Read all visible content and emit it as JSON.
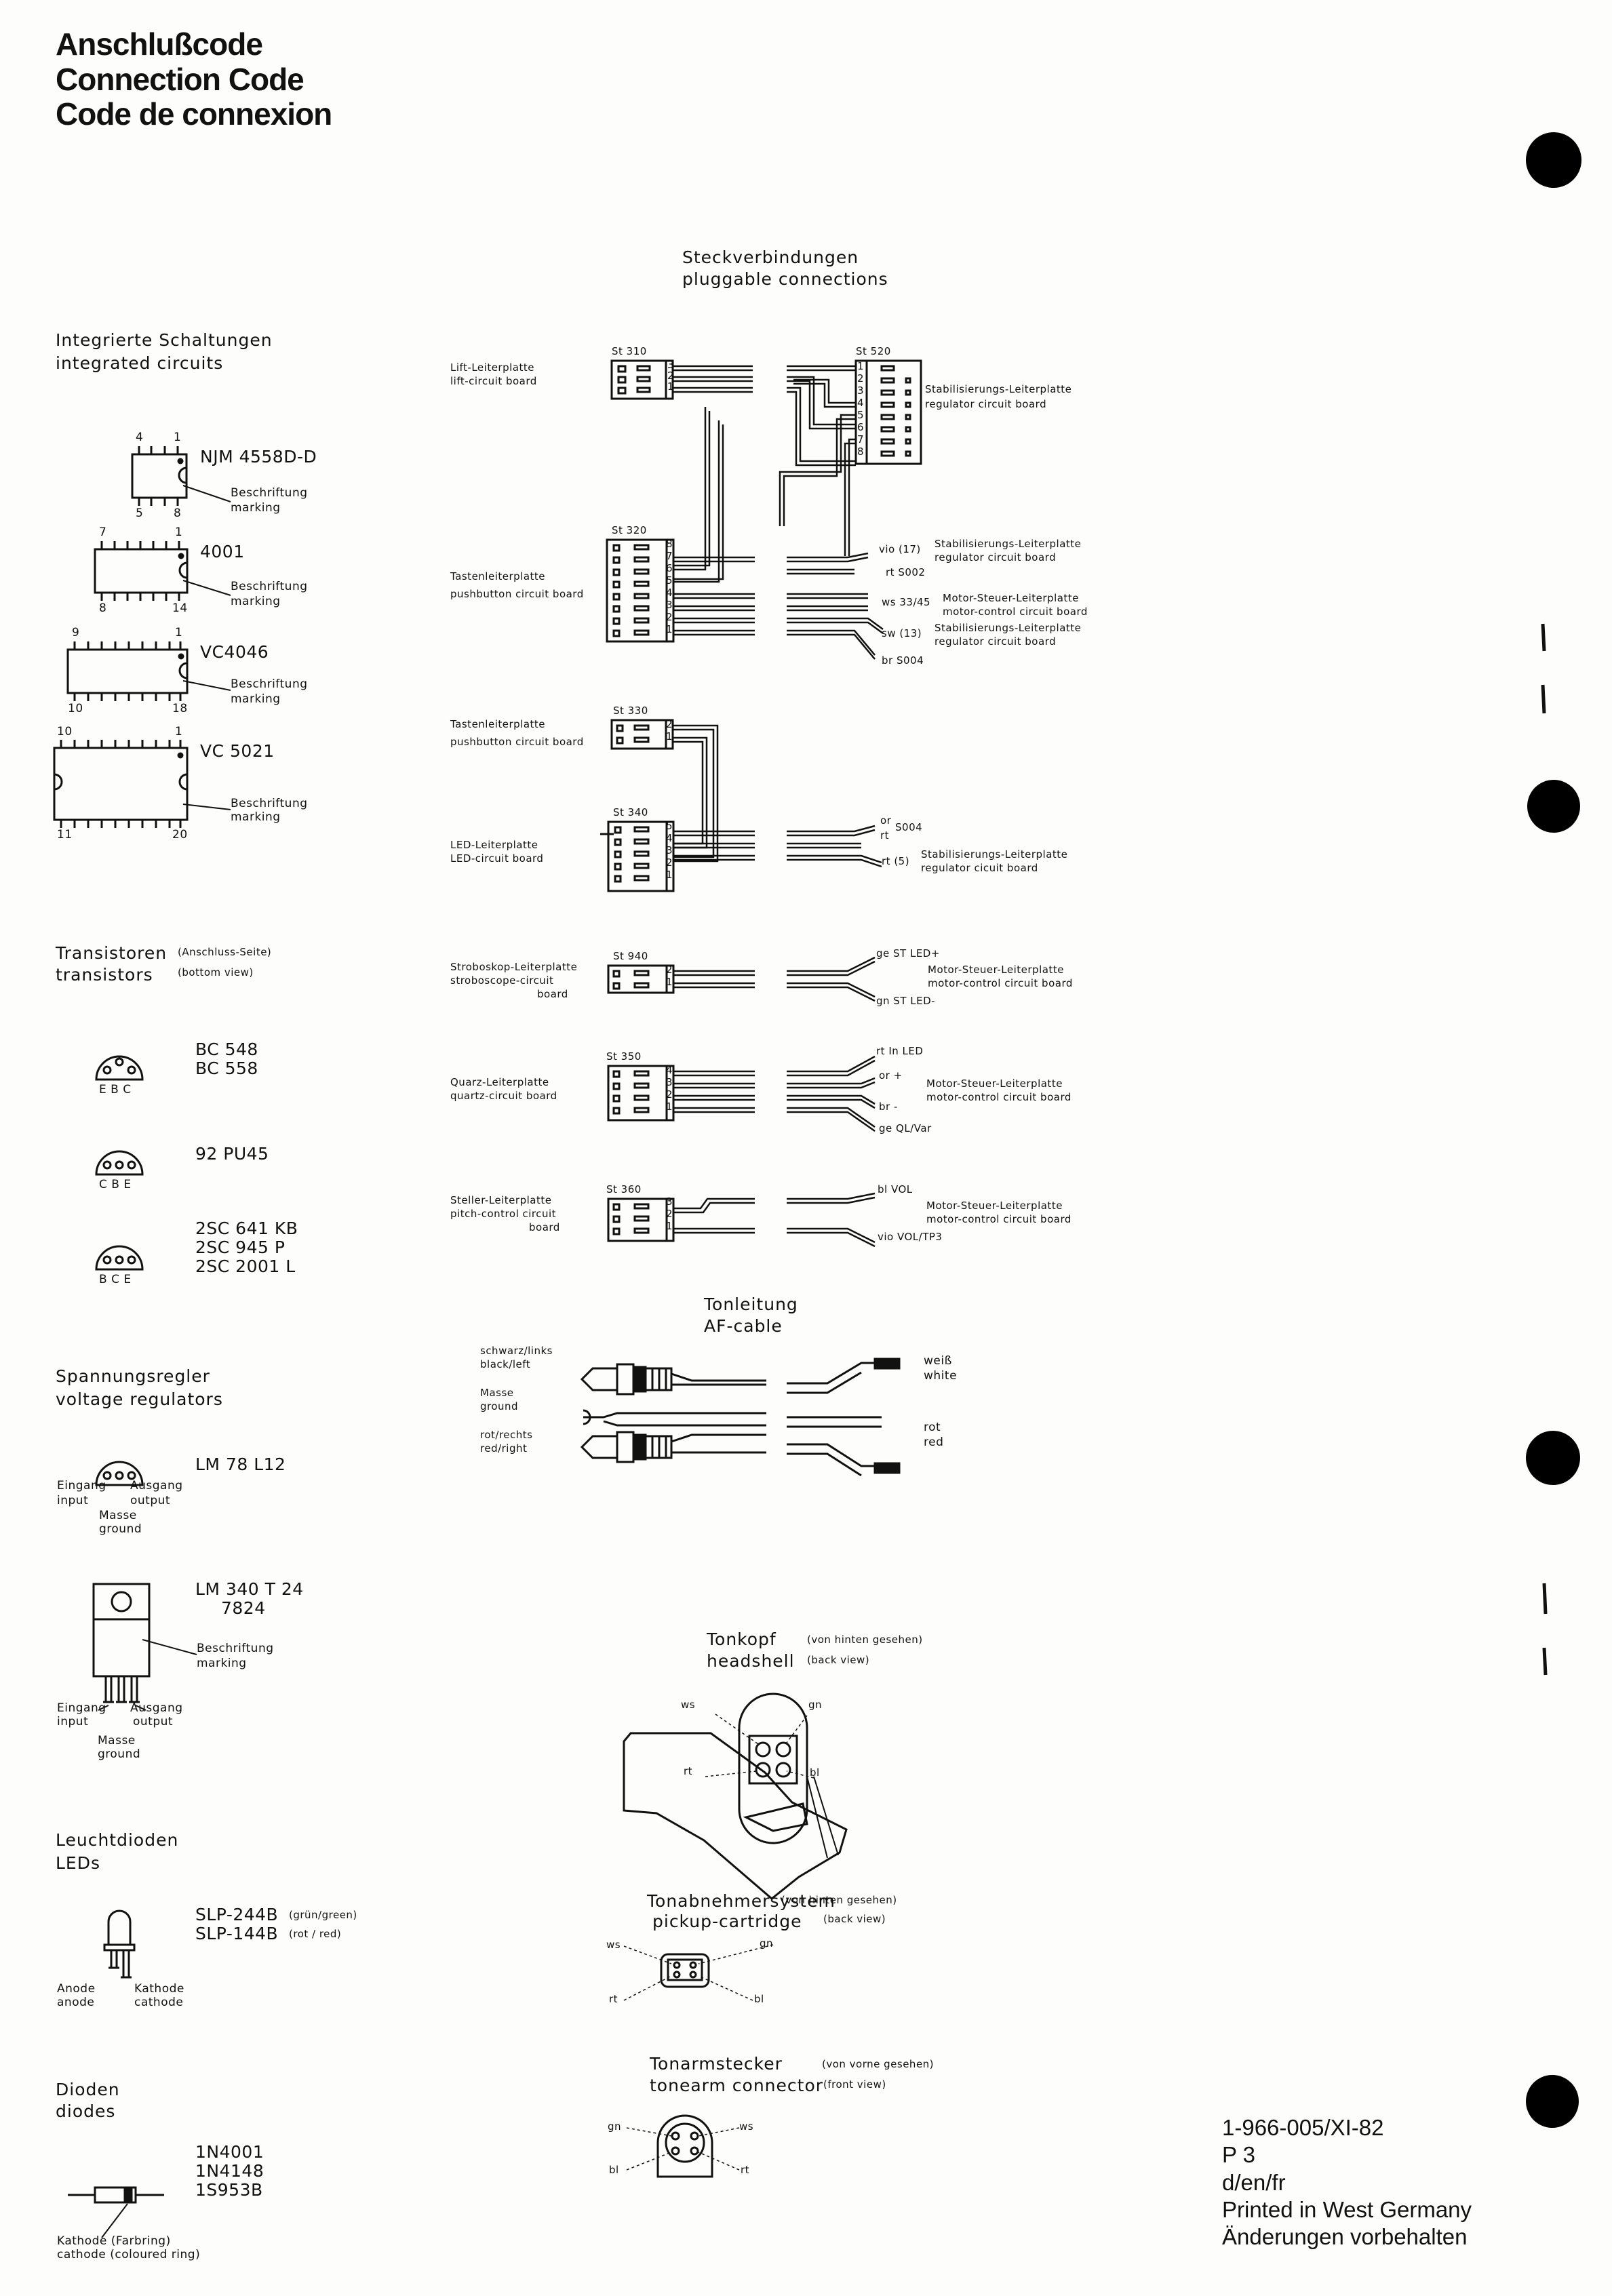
{
  "title": {
    "de": "Anschlußcode",
    "en": "Connection Code",
    "fr": "Code de connexion"
  },
  "plug": {
    "heading_de": "Steckverbindungen",
    "heading_en": "pluggable connections"
  },
  "ic": {
    "heading_de": "Integrierte Schaltungen",
    "heading_en": "integrated circuits",
    "marking_de": "Beschriftung",
    "marking_en": "marking",
    "items": [
      {
        "name": "NJM 4558D-D",
        "pins": [
          "4",
          "1",
          "5",
          "8"
        ]
      },
      {
        "name": "4001",
        "pins": [
          "7",
          "1",
          "8",
          "14"
        ]
      },
      {
        "name": "VC4046",
        "pins": [
          "9",
          "1",
          "10",
          "18"
        ]
      },
      {
        "name": "VC 5021",
        "pins": [
          "10",
          "1",
          "11",
          "20"
        ]
      }
    ]
  },
  "transistors": {
    "heading_de": "Transistoren",
    "heading_en": "transistors",
    "note_de": "(Anschluss-Seite)",
    "note_en": "(bottom view)",
    "pin1": "E B C",
    "pin2": "C B E",
    "pin3": "B C E",
    "group1": [
      "BC 548",
      "BC 558"
    ],
    "group2": [
      "92 PU45"
    ],
    "group3": [
      "2SC 641 KB",
      "2SC 945 P",
      "2SC 2001 L"
    ]
  },
  "regulators": {
    "heading_de": "Spannungsregler",
    "heading_en": "voltage regulators",
    "r1": "LM 78 L12",
    "r2a": "LM 340 T 24",
    "r2b": "7824",
    "in_de": "Eingang",
    "in_en": "input",
    "out_de": "Ausgang",
    "out_en": "output",
    "gnd_de": "Masse",
    "gnd_en": "ground",
    "marking_de": "Beschriftung",
    "marking_en": "marking"
  },
  "leds": {
    "heading_de": "Leuchtdioden",
    "heading_en": "LEDs",
    "p1": "SLP-244B",
    "p1n": "(grün/green)",
    "p2": "SLP-144B",
    "p2n": "(rot / red)",
    "anode_de": "Anode",
    "anode_en": "anode",
    "kathode_de": "Kathode",
    "kathode_en": "cathode"
  },
  "diodes": {
    "heading_de": "Dioden",
    "heading_en": "diodes",
    "parts": [
      "1N4001",
      "1N4148",
      "1S953B"
    ],
    "kath_de": "Kathode (Farbring)",
    "kath_en": "cathode (coloured ring)"
  },
  "st310": {
    "id": "St 310",
    "label_de": "Lift-Leiterplatte",
    "label_en": "lift-circuit board",
    "pins": [
      "3",
      "2",
      "1"
    ]
  },
  "st520": {
    "id": "St 520",
    "label_de": "Stabilisierungs-Leiterplatte",
    "label_en": "regulator circuit board",
    "pins": [
      "1",
      "2",
      "3",
      "4",
      "5",
      "6",
      "7",
      "8"
    ]
  },
  "st320": {
    "id": "St 320",
    "label_de": "Tastenleiterplatte",
    "label_en": "pushbutton circuit board",
    "pins": [
      "8",
      "7",
      "6",
      "5",
      "4",
      "3",
      "2",
      "1"
    ],
    "w1": "vio (17)",
    "w2": "rt S002",
    "w3": "ws 33/45",
    "w4": "sw (13)",
    "w5": "br S004",
    "t1_de": "Stabilisierungs-Leiterplatte",
    "t1_en": "regulator circuit board",
    "t2_de": "Motor-Steuer-Leiterplatte",
    "t2_en": "motor-control circuit board",
    "t3_de": "Stabilisierungs-Leiterplatte",
    "t3_en": "regulator circuit board"
  },
  "st330": {
    "id": "St 330",
    "label_de": "Tastenleiterplatte",
    "label_en": "pushbutton circuit board",
    "pins": [
      "2",
      "1"
    ]
  },
  "st340": {
    "id": "St 340",
    "label_de": "LED-Leiterplatte",
    "label_en": "LED-circuit board",
    "pins": [
      "5",
      "4",
      "3",
      "2",
      "1"
    ],
    "w1": "or",
    "w2": "rt",
    "w2b": "S004",
    "w3": "rt (5)",
    "t_de": "Stabilisierungs-Leiterplatte",
    "t_en": "regulator cicuit board"
  },
  "st940": {
    "id": "St 940",
    "label_de": "Stroboskop-Leiterplatte",
    "label_en1": "stroboscope-circuit",
    "label_en2": "board",
    "pins": [
      "2",
      "1"
    ],
    "w1": "ge ST LED+",
    "w2": "gn ST LED-",
    "t_de": "Motor-Steuer-Leiterplatte",
    "t_en": "motor-control circuit board"
  },
  "st350": {
    "id": "St 350",
    "label_de": "Quarz-Leiterplatte",
    "label_en": "quartz-circuit board",
    "pins": [
      "4",
      "3",
      "2",
      "1"
    ],
    "w1": "rt In LED",
    "w2": "or +",
    "w3": "br -",
    "w4": "ge QL/Var",
    "t_de": "Motor-Steuer-Leiterplatte",
    "t_en": "motor-control circuit board"
  },
  "st360": {
    "id": "St 360",
    "label_de": "Steller-Leiterplatte",
    "label_en1": "pitch-control circuit",
    "label_en2": "board",
    "pins": [
      "3",
      "2",
      "1"
    ],
    "w1": "bl VOL",
    "w2": "vio VOL/TP3",
    "t_de": "Motor-Steuer-Leiterplatte",
    "t_en": "motor-control circuit board"
  },
  "af": {
    "heading_de": "Tonleitung",
    "heading_en": "AF-cable",
    "l1a": "schwarz/links",
    "l1b": "black/left",
    "l2a": "Masse",
    "l2b": "ground",
    "l3a": "rot/rechts",
    "l3b": "red/right",
    "r1a": "weiß",
    "r1b": "white",
    "r2a": "rot",
    "r2b": "red"
  },
  "headshell": {
    "heading_de": "Tonkopf",
    "heading_en": "headshell",
    "note_de": "(von hinten gesehen)",
    "note_en": "(back view)",
    "ws": "ws",
    "gn": "gn",
    "rt": "rt",
    "bl": "bl"
  },
  "cartridge": {
    "heading_de": "Tonabnehmersystem",
    "heading_en": "pickup-cartridge",
    "note_de": "(von hinten gesehen)",
    "note_en": "(back view)",
    "ws": "ws",
    "gn": "gn",
    "rt": "rt",
    "bl": "bl"
  },
  "tonearm": {
    "heading_de": "Tonarmstecker",
    "heading_en": "tonearm connector",
    "note_de": "(von vorne gesehen)",
    "note_en": "(front view)",
    "gn": "gn",
    "ws": "ws",
    "bl": "bl",
    "rt": "rt"
  },
  "footer": {
    "code": "1-966-005/XI-82",
    "page": "P 3",
    "lang": "d/en/fr",
    "printed": "Printed in West Germany",
    "notice": "Änderungen vorbehalten"
  }
}
